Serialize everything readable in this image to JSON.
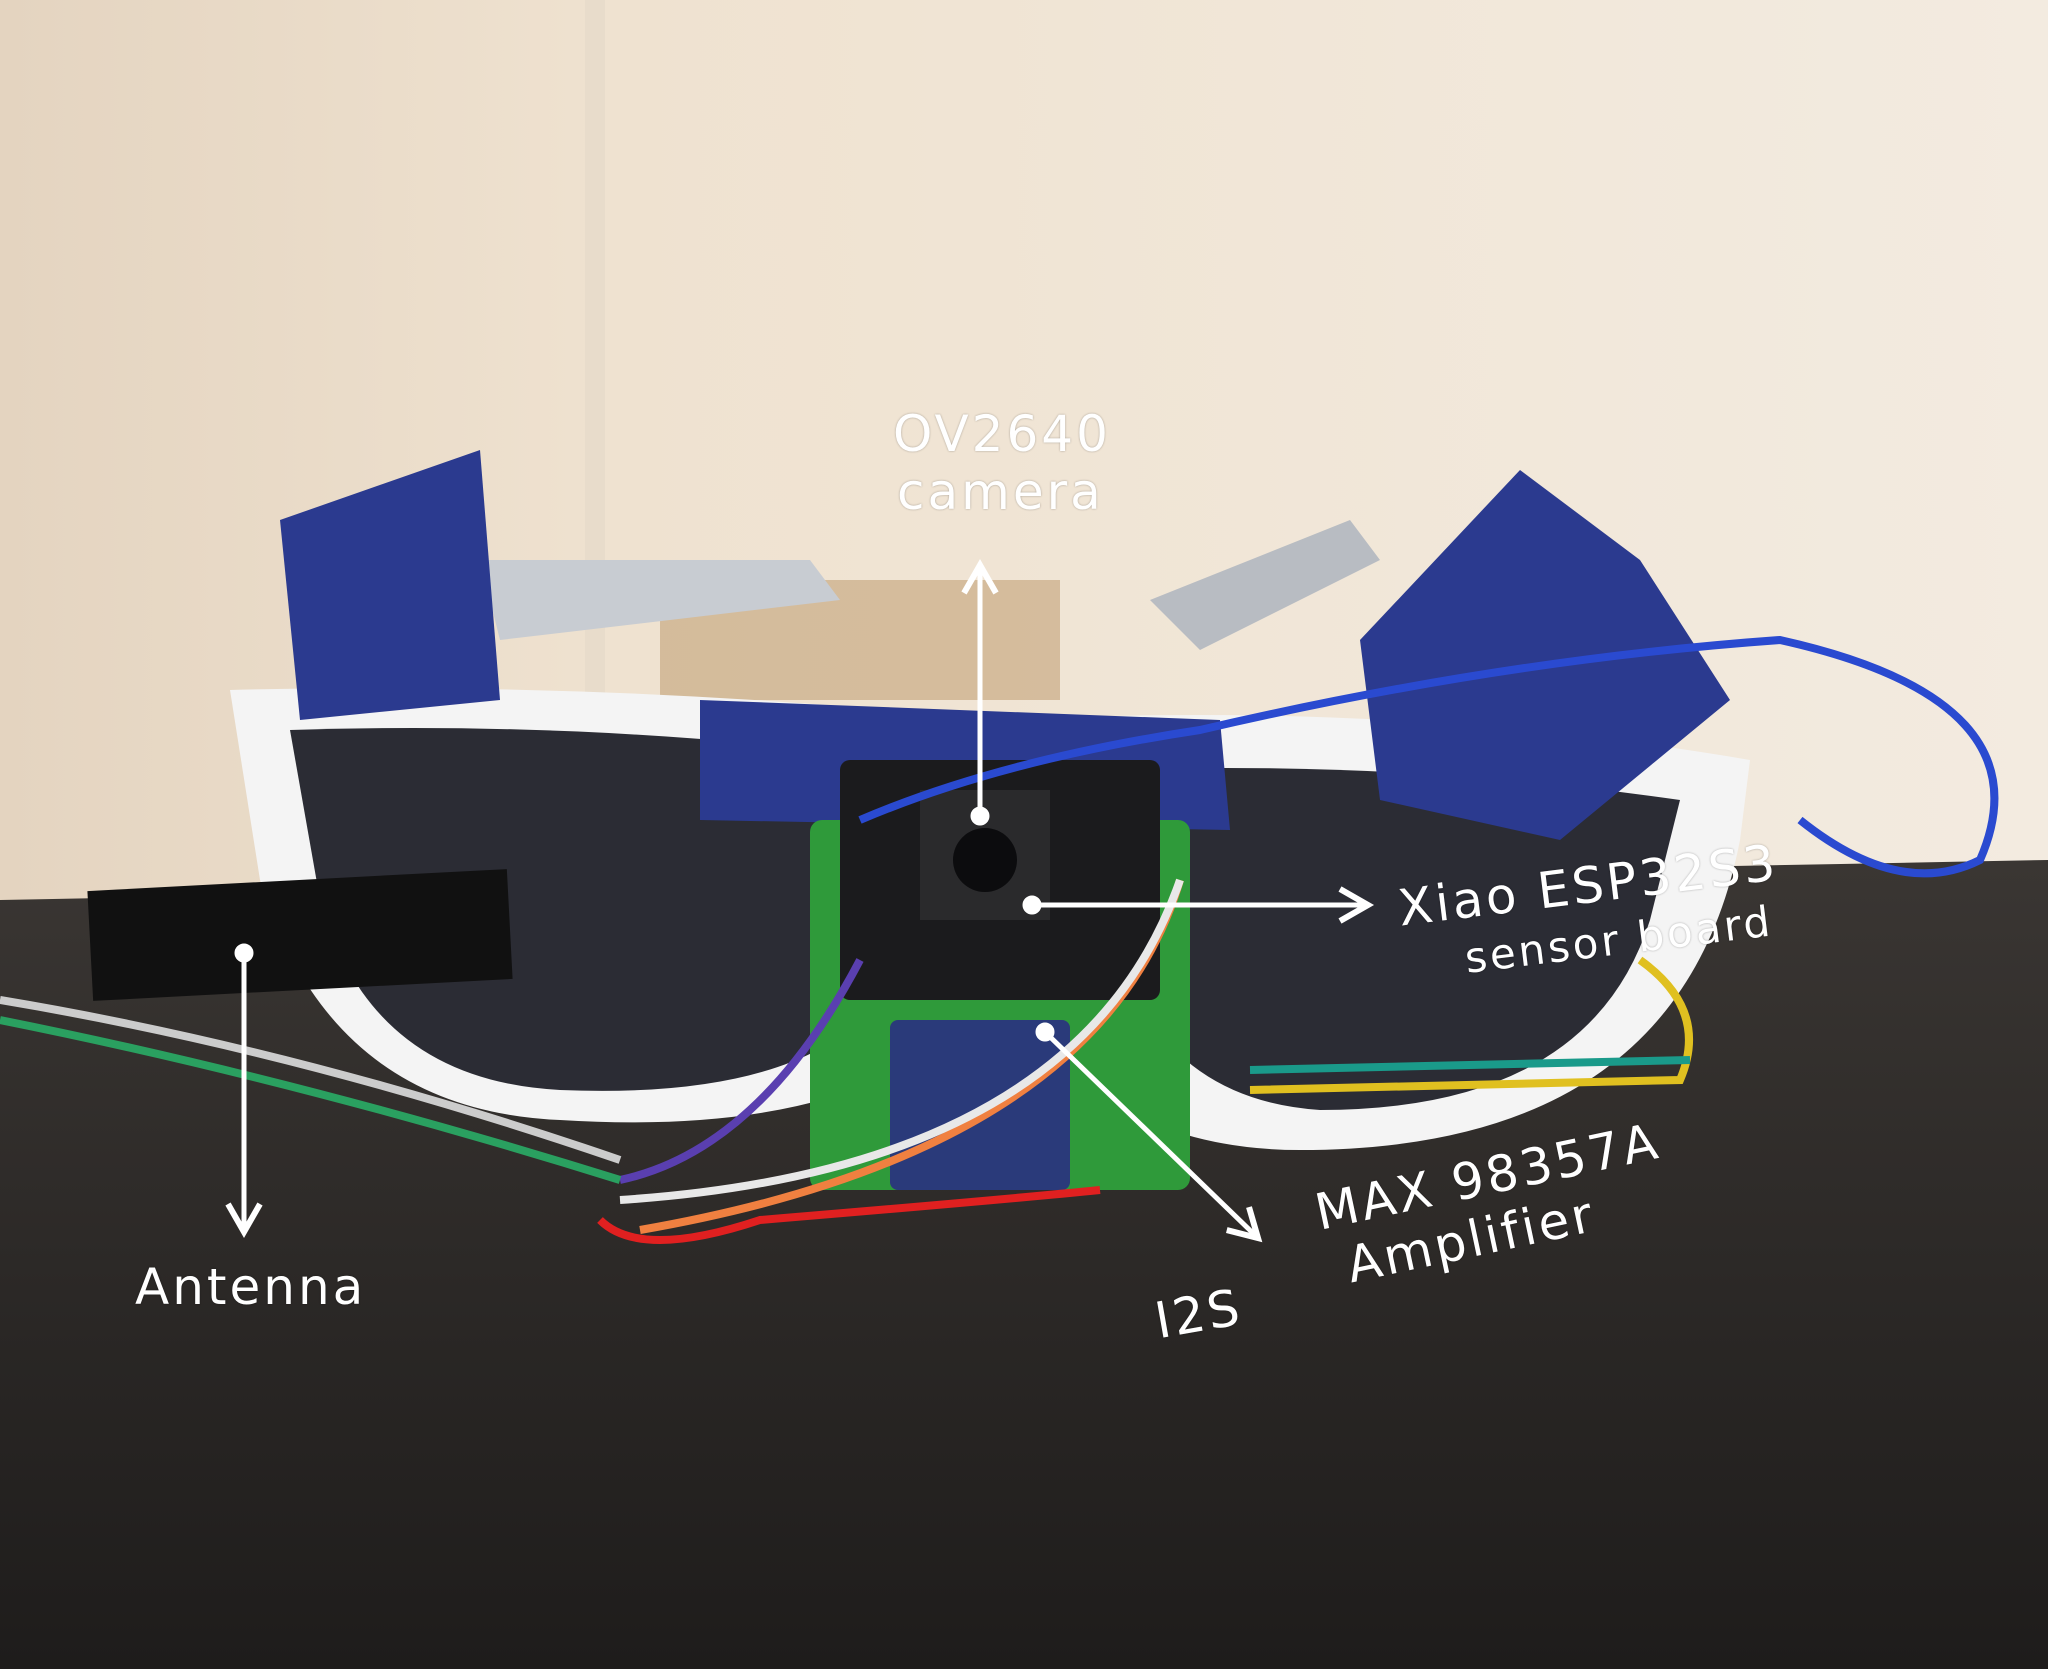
{
  "annotations": {
    "camera": {
      "line1": "OV2640",
      "line2": "camera"
    },
    "board": {
      "line1": "Xiao ESP32S3",
      "line2": "sensor board"
    },
    "amplifier": {
      "prefix": "I2S",
      "line1": "MAX 98357A",
      "line2": "Amplifier"
    },
    "antenna": {
      "line1": "Antenna"
    }
  },
  "colors": {
    "wall": "#efe3d3",
    "table": "#2a2826",
    "frame": "#f4f4f4",
    "tape": "#2b3a8f",
    "annotation": "#ffffff"
  }
}
